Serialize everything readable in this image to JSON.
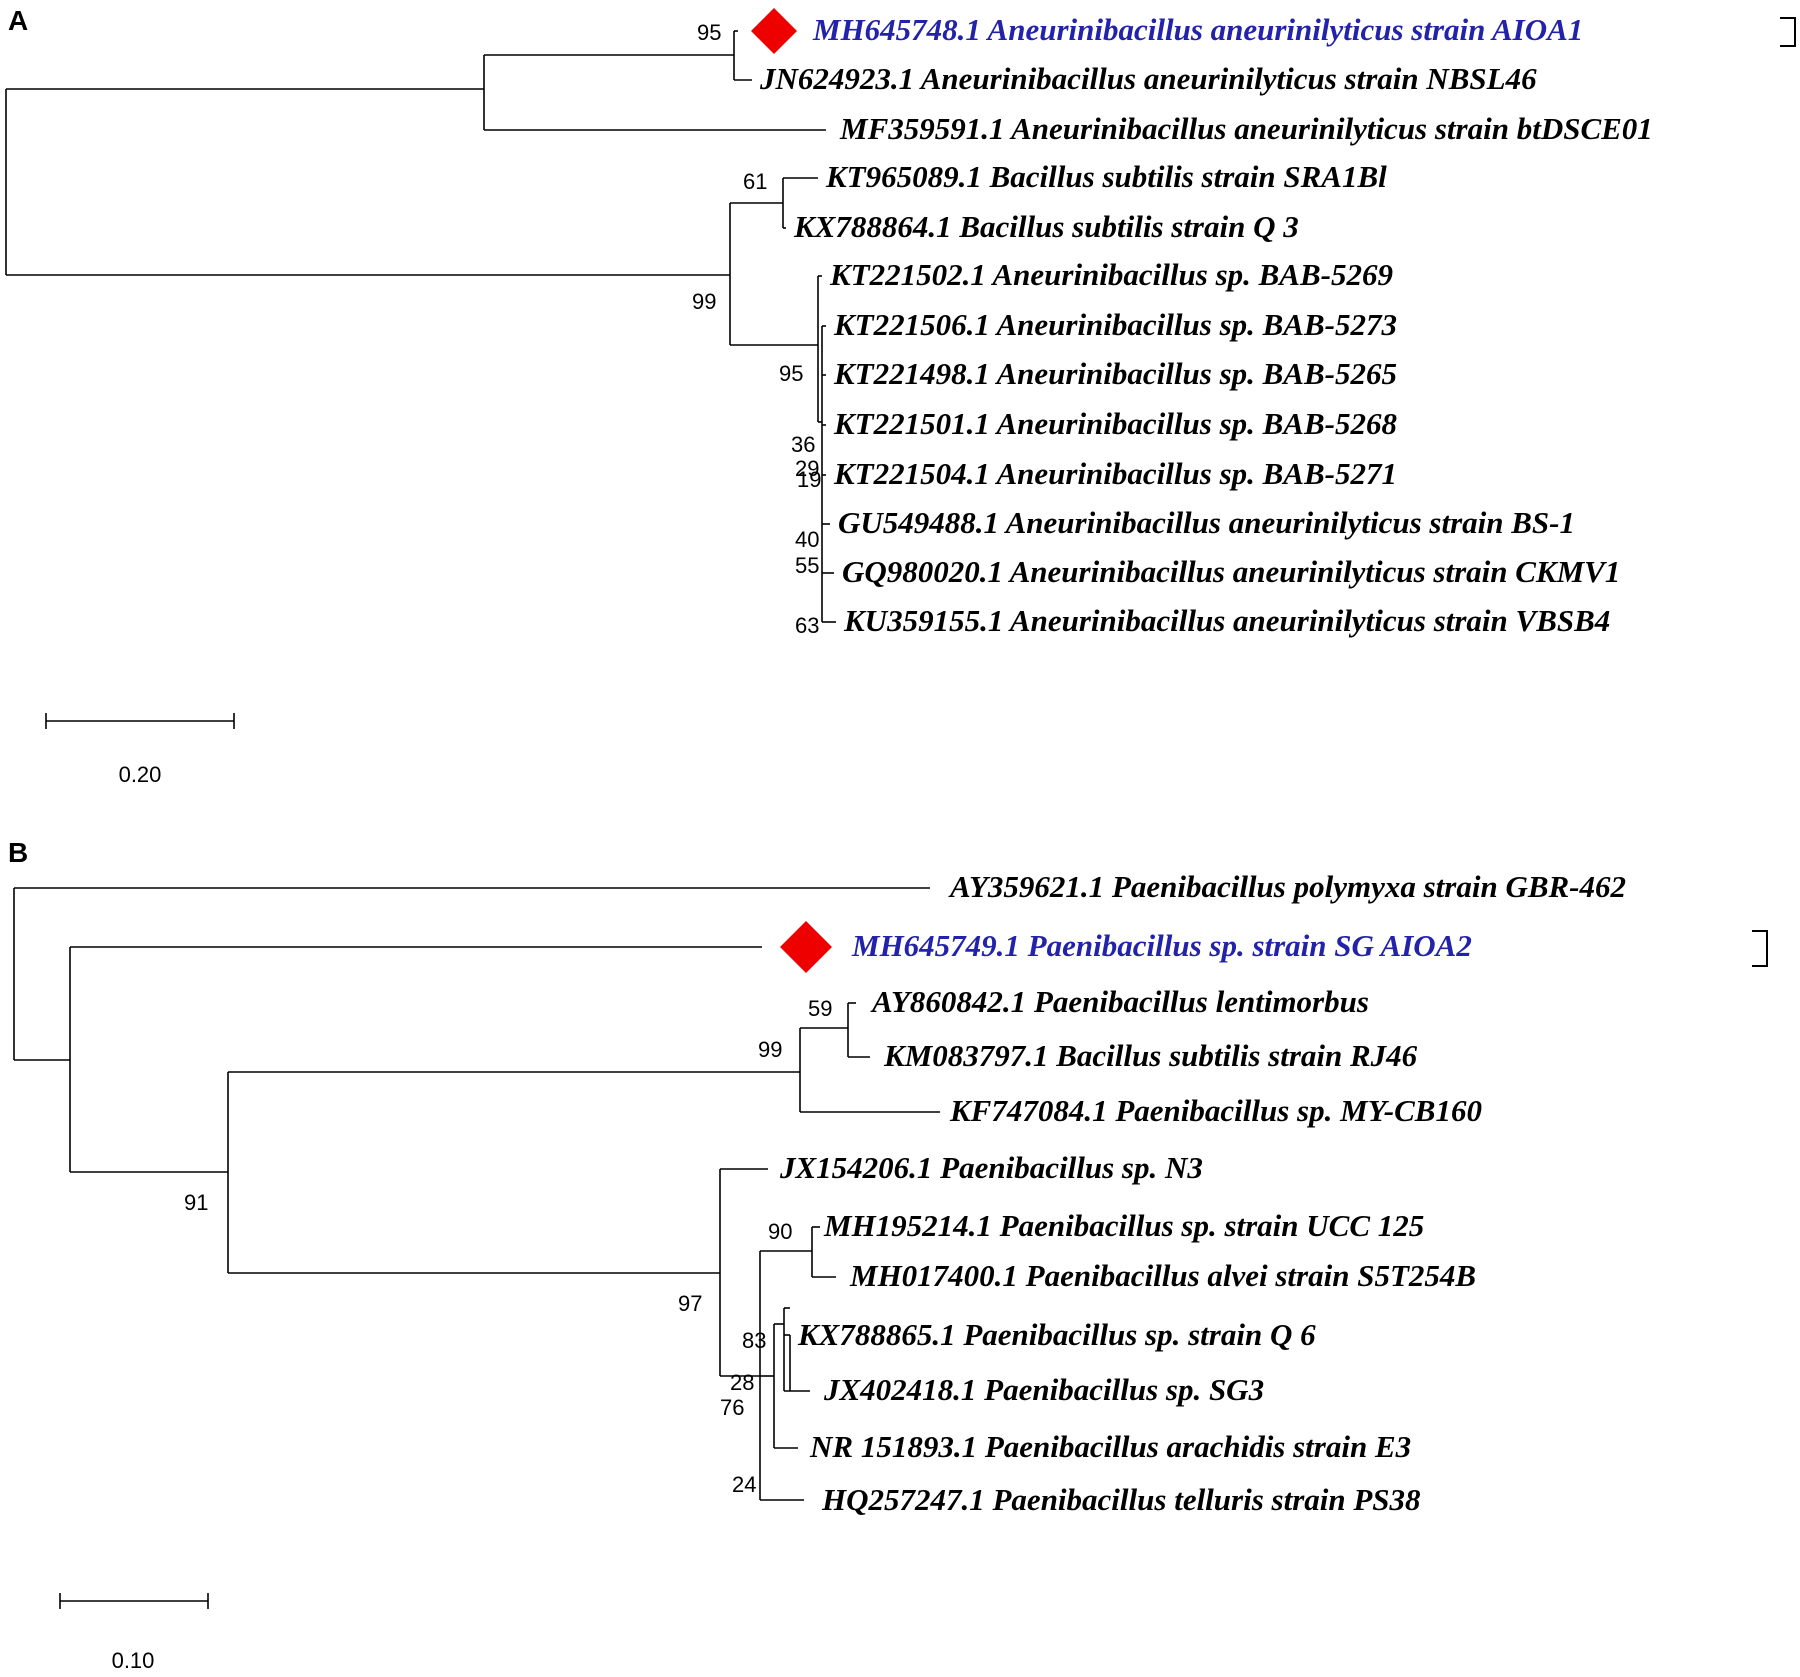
{
  "panels": [
    {
      "label": "A",
      "taxa": [
        "MH645748.1 Aneurinibacillus aneurinilyticus strain AIOA1",
        "JN624923.1 Aneurinibacillus aneurinilyticus strain NBSL46",
        "MF359591.1 Aneurinibacillus aneurinilyticus strain btDSCE01",
        "KT965089.1 Bacillus subtilis strain SRA1Bl",
        "KX788864.1 Bacillus subtilis strain Q 3",
        "KT221502.1 Aneurinibacillus sp. BAB-5269",
        "KT221506.1 Aneurinibacillus sp. BAB-5273",
        "KT221498.1 Aneurinibacillus sp. BAB-5265",
        "KT221501.1 Aneurinibacillus sp. BAB-5268",
        "KT221504.1 Aneurinibacillus sp. BAB-5271",
        "GU549488.1 Aneurinibacillus aneurinilyticus strain BS-1",
        "GQ980020.1 Aneurinibacillus aneurinilyticus strain CKMV1",
        "KU359155.1 Aneurinibacillus aneurinilyticus strain VBSB4"
      ],
      "highlighted_taxon_index": 0,
      "bootstrap_values": [
        "95",
        "61",
        "99",
        "95",
        "36",
        "29",
        "19",
        "40",
        "55",
        "63"
      ],
      "scale_bar": "0.20"
    },
    {
      "label": "B",
      "taxa": [
        "AY359621.1 Paenibacillus polymyxa strain GBR-462",
        "MH645749.1 Paenibacillus sp. strain SG AIOA2",
        "AY860842.1 Paenibacillus lentimorbus",
        "KM083797.1 Bacillus subtilis strain RJ46",
        "KF747084.1 Paenibacillus sp. MY-CB160",
        "JX154206.1 Paenibacillus sp. N3",
        "MH195214.1 Paenibacillus sp. strain UCC 125",
        "MH017400.1 Paenibacillus alvei strain S5T254B",
        "KX788865.1 Paenibacillus sp. strain Q 6",
        "JX402418.1 Paenibacillus sp. SG3",
        "NR 151893.1 Paenibacillus arachidis strain E3",
        "HQ257247.1 Paenibacillus telluris strain PS38"
      ],
      "highlighted_taxon_index": 1,
      "bootstrap_values": [
        "59",
        "99",
        "91",
        "90",
        "97",
        "83",
        "28",
        "76",
        "24"
      ],
      "scale_bar": "0.10"
    }
  ],
  "colors": {
    "highlight_label": "#2222aa",
    "marker": "#ee0000",
    "branch": "#000000"
  },
  "icons": {
    "marker": "red-diamond-icon",
    "bracket": "bracket-icon"
  }
}
